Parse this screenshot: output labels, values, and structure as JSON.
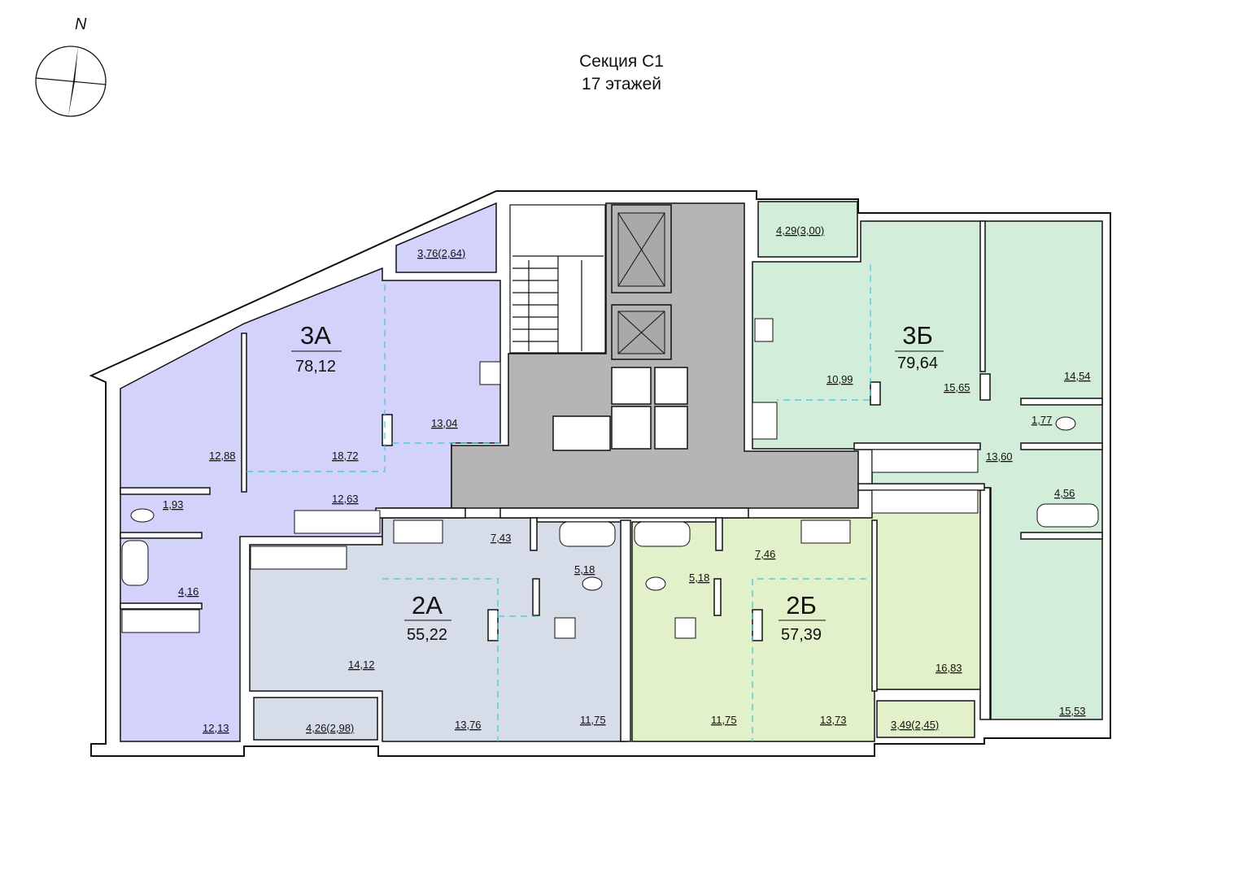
{
  "header": {
    "title": "Секция С1",
    "subtitle": "17 этажей"
  },
  "compass": {
    "north_label": "N"
  },
  "colors": {
    "apt_3a": "#d2d2fa",
    "apt_2a": "#d7dce9",
    "apt_2b": "#e2f1c9",
    "apt_3b": "#d2edd9",
    "core": "#b5b5b5"
  },
  "apartments": {
    "a3a": {
      "code": "3А",
      "total": "78,12",
      "rooms": [
        "3,76(2,64)",
        "13,04",
        "18,72",
        "12,88",
        "1,93",
        "12,63",
        "4,16",
        "12,13"
      ]
    },
    "a2a": {
      "code": "2А",
      "total": "55,22",
      "rooms": [
        "7,43",
        "5,18",
        "14,12",
        "4,26(2,98)",
        "13,76",
        "11,75"
      ]
    },
    "a2b": {
      "code": "2Б",
      "total": "57,39",
      "rooms": [
        "5,18",
        "7,46",
        "11,75",
        "13,73",
        "16,83",
        "3,49(2,45)"
      ]
    },
    "a3b": {
      "code": "3Б",
      "total": "79,64",
      "rooms": [
        "4,29(3,00)",
        "10,99",
        "15,65",
        "14,54",
        "1,77",
        "13,60",
        "4,56",
        "15,53"
      ]
    }
  }
}
